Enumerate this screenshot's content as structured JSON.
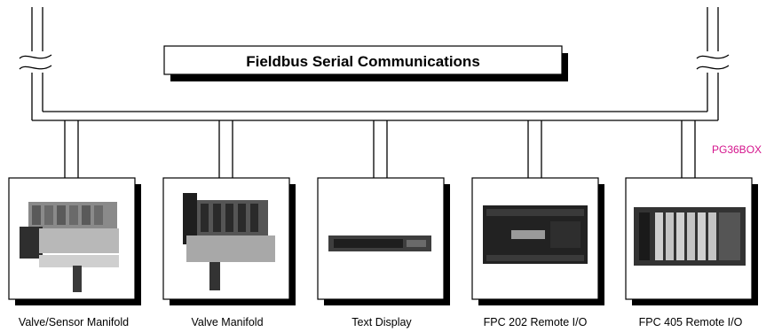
{
  "bus_title": "Fieldbus Serial Communications",
  "code": {
    "text": "PG36BOX",
    "color": "#d4148c"
  },
  "devices": [
    {
      "label": "Valve/Sensor Manifold",
      "icon": "valve-sensor-manifold-photo"
    },
    {
      "label": "Valve Manifold",
      "icon": "valve-manifold-photo"
    },
    {
      "label": "Text Display",
      "icon": "text-display-photo"
    },
    {
      "label": "FPC 202 Remote I/O",
      "icon": "fpc202-remote-io-photo"
    },
    {
      "label": "FPC 405 Remote I/O",
      "icon": "fpc405-remote-io-photo"
    }
  ]
}
